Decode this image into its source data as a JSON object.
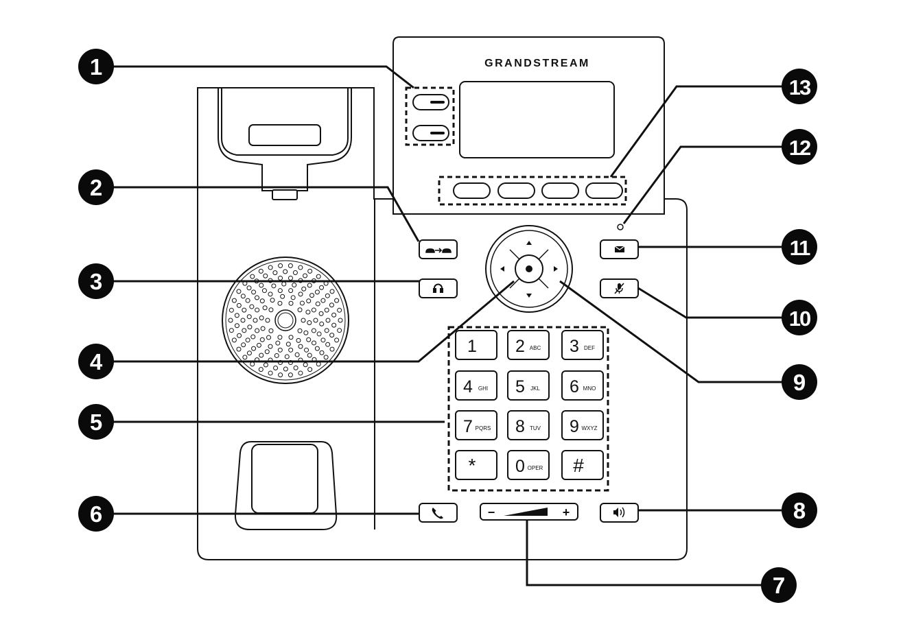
{
  "brand": "GRANDSTREAM",
  "callouts": [
    "1",
    "2",
    "3",
    "4",
    "5",
    "6",
    "7",
    "8",
    "9",
    "10",
    "11",
    "12",
    "13"
  ],
  "keypad": [
    {
      "digit": "1",
      "letters": ""
    },
    {
      "digit": "2",
      "letters": "ABC"
    },
    {
      "digit": "3",
      "letters": "DEF"
    },
    {
      "digit": "4",
      "letters": "GHI"
    },
    {
      "digit": "5",
      "letters": "JKL"
    },
    {
      "digit": "6",
      "letters": "MNO"
    },
    {
      "digit": "7",
      "letters": "PQRS"
    },
    {
      "digit": "8",
      "letters": "TUV"
    },
    {
      "digit": "9",
      "letters": "WXYZ"
    },
    {
      "digit": "*",
      "letters": ""
    },
    {
      "digit": "0",
      "letters": "OPER"
    },
    {
      "digit": "#",
      "letters": ""
    }
  ],
  "volume": {
    "minus": "−",
    "plus": "+"
  },
  "icons": {
    "transfer": "transfer-icon",
    "headset": "headset-icon",
    "message": "envelope-icon",
    "mute": "mute-icon",
    "handsfree": "phone-handset-icon",
    "speaker": "speaker-icon"
  },
  "colors": {
    "line": "#111111",
    "callout": "#0a0a0a",
    "callout_text": "#ffffff",
    "background": "#ffffff"
  }
}
